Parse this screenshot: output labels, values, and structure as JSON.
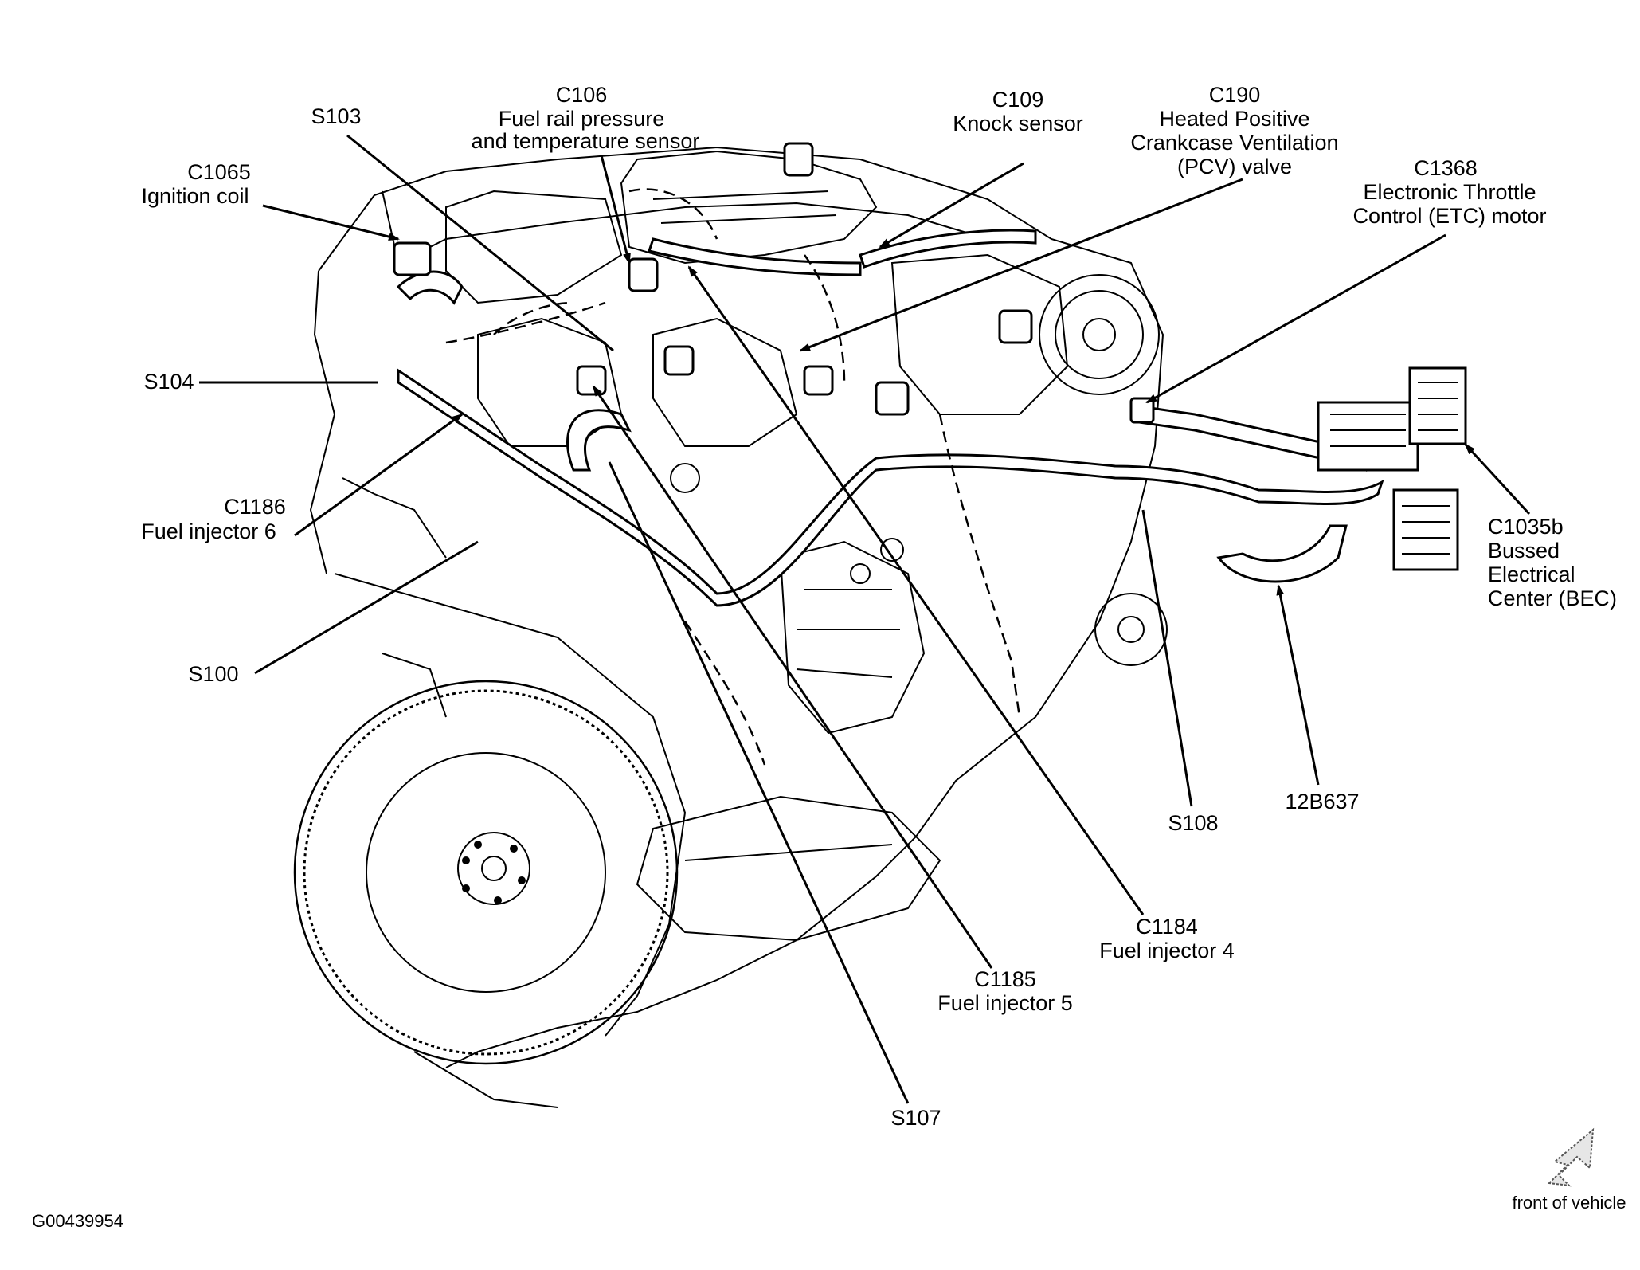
{
  "callouts": {
    "c1065": {
      "code": "C1065",
      "desc": "Ignition coil"
    },
    "s103": {
      "code": "S103"
    },
    "c106": {
      "code": "C106",
      "desc1": "Fuel rail pressure",
      "desc2": "and temperature sensor"
    },
    "c109": {
      "code": "C109",
      "desc": "Knock sensor"
    },
    "c190": {
      "code": "C190",
      "desc1": "Heated Positive",
      "desc2": "Crankcase Ventilation",
      "desc3": "(PCV) valve"
    },
    "c1368": {
      "code": "C1368",
      "desc1": "Electronic Throttle",
      "desc2": "Control (ETC) motor"
    },
    "s104": {
      "code": "S104"
    },
    "c1186": {
      "code": "C1186",
      "desc": "Fuel injector 6"
    },
    "s100": {
      "code": "S100"
    },
    "c1035b": {
      "code": "C1035b",
      "desc1": "Bussed",
      "desc2": "Electrical",
      "desc3": "Center (BEC)"
    },
    "s108": {
      "code": "S108"
    },
    "h12b637": {
      "code": "12B637"
    },
    "c1184": {
      "code": "C1184",
      "desc": "Fuel injector 4"
    },
    "c1185": {
      "code": "C1185",
      "desc": "Fuel injector 5"
    },
    "s107": {
      "code": "S107"
    }
  },
  "figure_id": "G00439954",
  "orientation": {
    "label": "front of vehicle",
    "icon": "direction-arrow-icon"
  }
}
